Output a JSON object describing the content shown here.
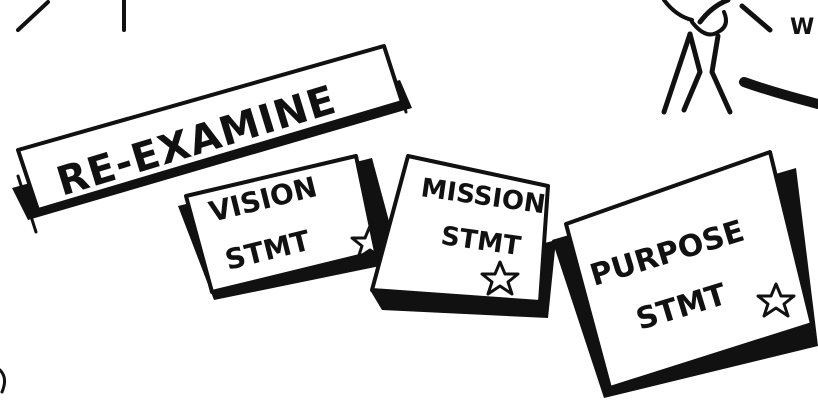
{
  "banner": {
    "text": "RE-EXAMINE"
  },
  "cards": [
    {
      "line1": "VISION",
      "line2": "STMT"
    },
    {
      "line1": "MISSION",
      "line2": "STMT"
    },
    {
      "line1": "PURPOSE",
      "line2": "STMT"
    }
  ],
  "corner_figure": {
    "text": "W"
  },
  "colors": {
    "ink": "#111111",
    "paper": "#ffffff"
  },
  "icons": [
    "star-icon",
    "sketch-figure-icon"
  ]
}
